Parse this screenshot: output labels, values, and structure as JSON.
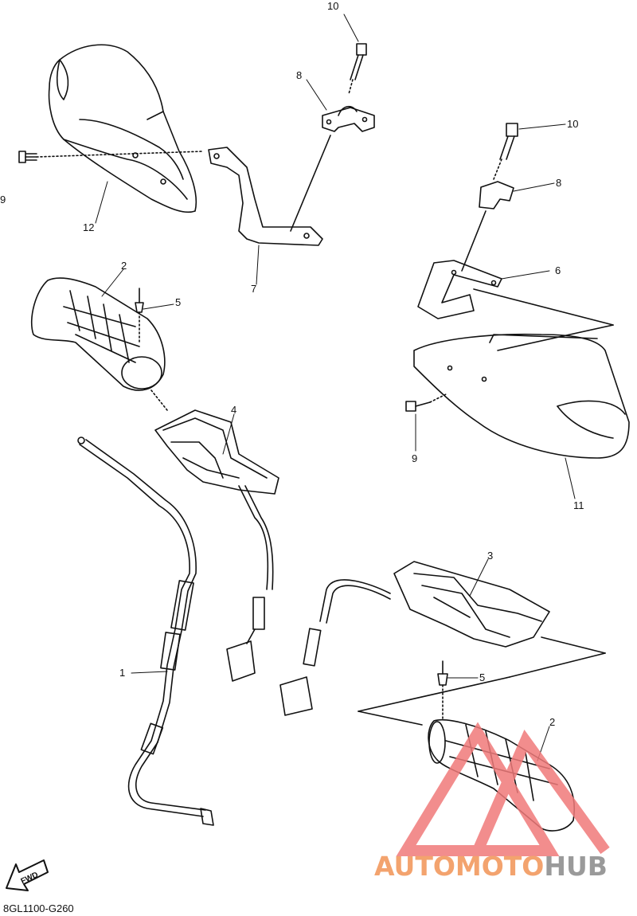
{
  "diagram": {
    "code": "8GL1100-G260",
    "fwd_label": "FWD",
    "callouts": {
      "c10a": "10",
      "c8a": "8",
      "c9a": "9",
      "c12": "12",
      "c7": "7",
      "c10b": "10",
      "c8b": "8",
      "c6": "6",
      "c2a": "2",
      "c5a": "5",
      "c4": "4",
      "c9b": "9",
      "c11": "11",
      "c1": "1",
      "c3": "3",
      "c5b": "5",
      "c2b": "2"
    }
  },
  "watermark": {
    "part1": "AUTOMOTO",
    "part2": "HUB",
    "color_primary": "#f3a36e",
    "color_secondary": "#9a9a9a",
    "logo_color": "#f07a7a"
  }
}
